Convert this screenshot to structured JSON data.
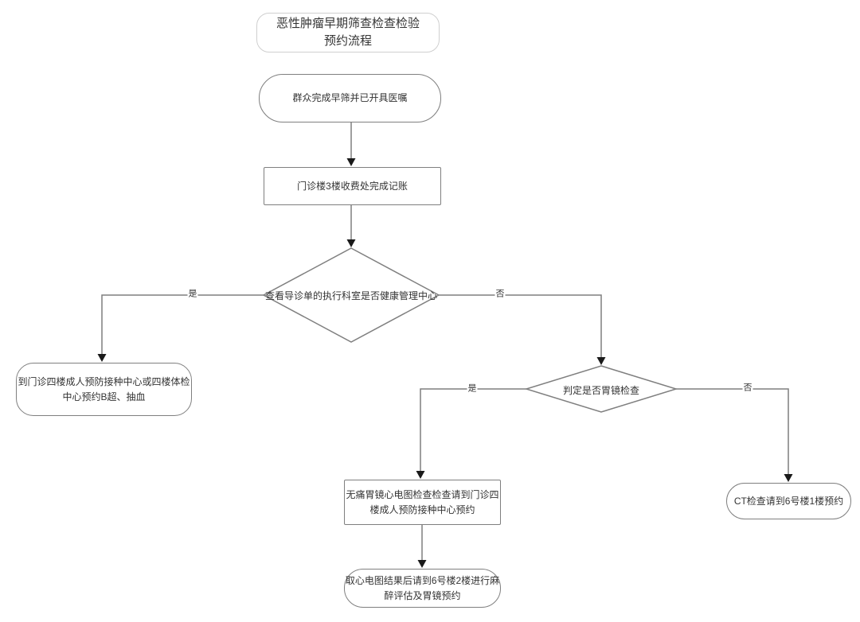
{
  "flowchart": {
    "title": "恶性肿瘤早期筛查检查检验\n预约流程",
    "nodes": [
      {
        "id": "start",
        "type": "stadium",
        "text": "群众完成早筛并已开具医嘱"
      },
      {
        "id": "billing",
        "type": "process",
        "text": "门诊楼3楼收费处完成记账"
      },
      {
        "id": "decision1",
        "type": "decision",
        "text": "查看导诊单的执行科室是否健康管理中心"
      },
      {
        "id": "left-result",
        "type": "stadium",
        "text": "到门诊四楼成人预防接种中心或四楼体检\n中心预约B超、抽血"
      },
      {
        "id": "decision2",
        "type": "decision",
        "text": "判定是否胃镜检查"
      },
      {
        "id": "gastroscopy",
        "type": "process",
        "text": "无痛胃镜心电图检查检查请到门诊四\n楼成人预防接种中心预约"
      },
      {
        "id": "ecg-result",
        "type": "stadium",
        "text": "取心电图结果后请到6号楼2楼进行麻\n醉评估及胃镜预约"
      },
      {
        "id": "ct",
        "type": "stadium",
        "text": "CT检查请到6号楼1楼预约"
      }
    ],
    "edges": [
      {
        "from": "start",
        "to": "billing",
        "label": ""
      },
      {
        "from": "billing",
        "to": "decision1",
        "label": ""
      },
      {
        "from": "decision1",
        "to": "left-result",
        "label": "是"
      },
      {
        "from": "decision1",
        "to": "decision2",
        "label": "否"
      },
      {
        "from": "decision2",
        "to": "gastroscopy",
        "label": "是"
      },
      {
        "from": "decision2",
        "to": "ct",
        "label": "否"
      },
      {
        "from": "gastroscopy",
        "to": "ecg-result",
        "label": ""
      }
    ],
    "colors": {
      "background": "#ffffff",
      "line": "#7f7f7f",
      "node_border": "#7f7f7f",
      "title_border": "#cfcfcf",
      "text": "#333333",
      "arrowhead": "#1a1a1a"
    }
  }
}
